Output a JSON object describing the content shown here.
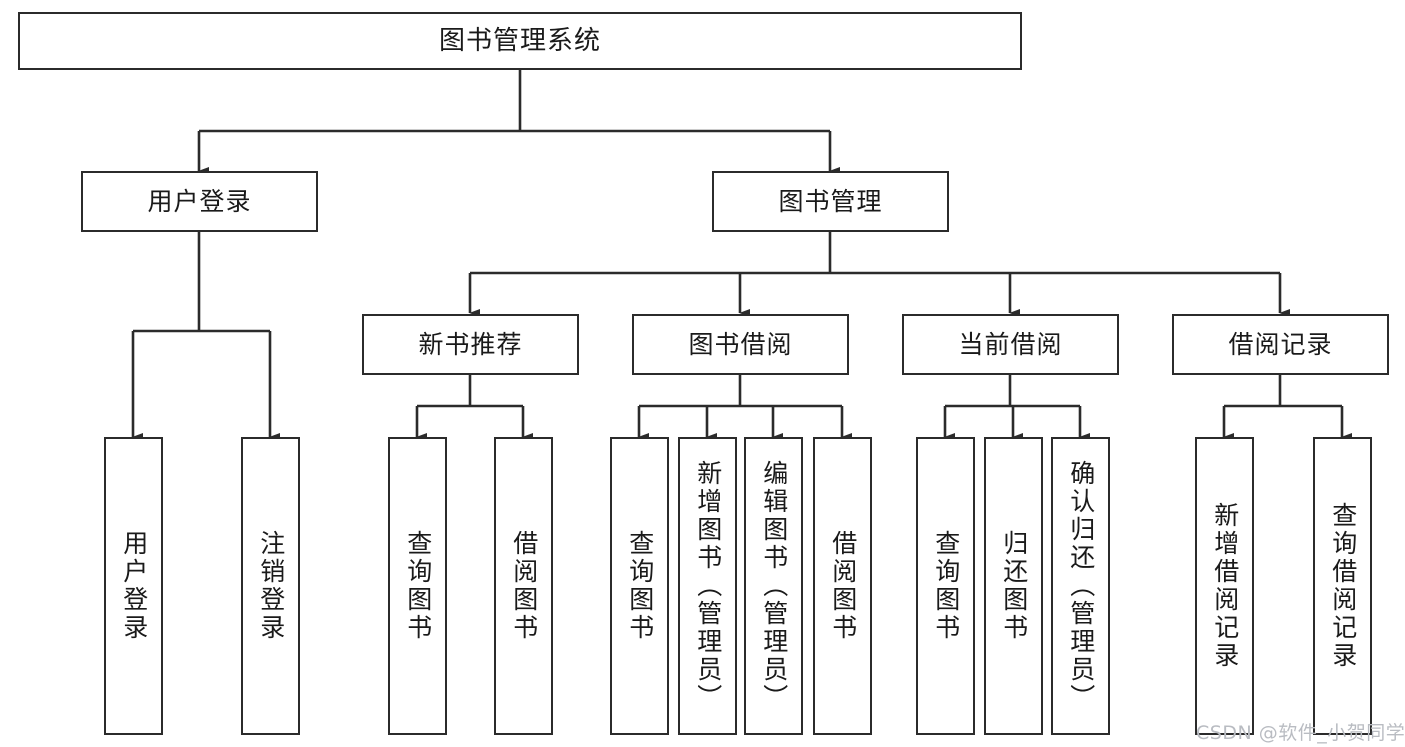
{
  "diagram": {
    "title": "图书管理系统",
    "type": "tree-hierarchy-diagram",
    "watermark": "CSDN @软件_小贺同学",
    "nodes": {
      "root": {
        "label": "图书管理系统"
      },
      "level2": [
        {
          "id": "user-login",
          "label": "用户登录"
        },
        {
          "id": "book-manage",
          "label": "图书管理"
        }
      ],
      "level3": [
        {
          "id": "new-book-recommend",
          "label": "新书推荐"
        },
        {
          "id": "book-borrow",
          "label": "图书借阅"
        },
        {
          "id": "current-borrow",
          "label": "当前借阅"
        },
        {
          "id": "borrow-record",
          "label": "借阅记录"
        }
      ],
      "leaves": {
        "user_login": [
          {
            "id": "leaf-user-login",
            "label": "用户登录"
          },
          {
            "id": "leaf-logout-login",
            "label": "注销登录"
          }
        ],
        "new_book_recommend": [
          {
            "id": "leaf-query-book-1",
            "label": "查询图书"
          },
          {
            "id": "leaf-borrow-book-1",
            "label": "借阅图书"
          }
        ],
        "book_borrow": [
          {
            "id": "leaf-query-book-2",
            "label": "查询图书"
          },
          {
            "id": "leaf-add-book",
            "label": "新增图书（管理员）"
          },
          {
            "id": "leaf-edit-book",
            "label": "编辑图书（管理员）"
          },
          {
            "id": "leaf-borrow-book-2",
            "label": "借阅图书"
          }
        ],
        "current_borrow": [
          {
            "id": "leaf-query-book-3",
            "label": "查询图书"
          },
          {
            "id": "leaf-return-book",
            "label": "归还图书"
          },
          {
            "id": "leaf-confirm-return",
            "label": "确认归还（管理员）"
          }
        ],
        "borrow_record": [
          {
            "id": "leaf-add-record",
            "label": "新增借阅记录"
          },
          {
            "id": "leaf-query-record",
            "label": "查询借阅记录"
          }
        ]
      }
    },
    "colors": {
      "stroke": "#2b2b2b",
      "fill": "#ffffff",
      "text": "#1a1a1a",
      "watermark": "#b9bcc2"
    }
  }
}
